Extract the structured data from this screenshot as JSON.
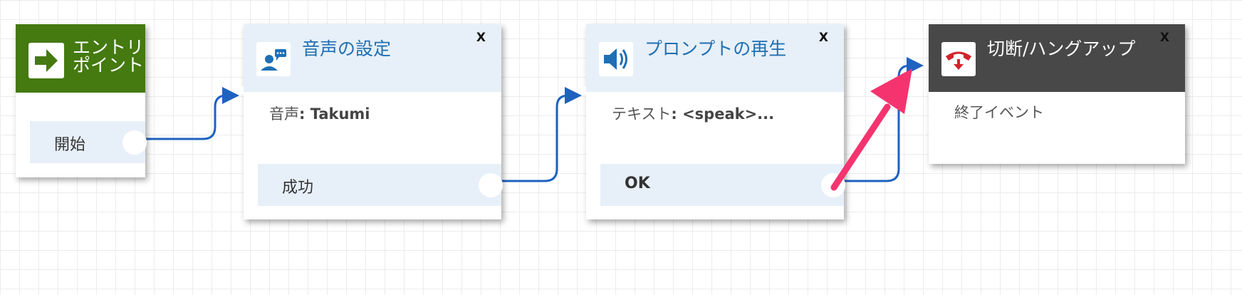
{
  "entry": {
    "title": "エントリポイント",
    "branch": "開始",
    "icon": "arrow-right-icon"
  },
  "voice": {
    "title": "音声の設定",
    "close": "X",
    "desc_label": "音声",
    "desc_value": ": Takumi",
    "branch": "成功",
    "icon": "voice-person-icon"
  },
  "prompt": {
    "title": "プロンプトの再生",
    "close": "X",
    "desc_label": "テキスト",
    "desc_value": ": <speak>...",
    "branch": "OK",
    "icon": "speaker-icon"
  },
  "hangup": {
    "title": "切断/ハングアップ",
    "close": "X",
    "desc": "終了イベント",
    "icon": "phone-hangup-icon"
  },
  "colors": {
    "entry_header": "#447a10",
    "block_header": "#e7f0f9",
    "hangup_header": "#484848",
    "connector": "#1e62c0",
    "annotation_arrow": "#f5336f"
  }
}
